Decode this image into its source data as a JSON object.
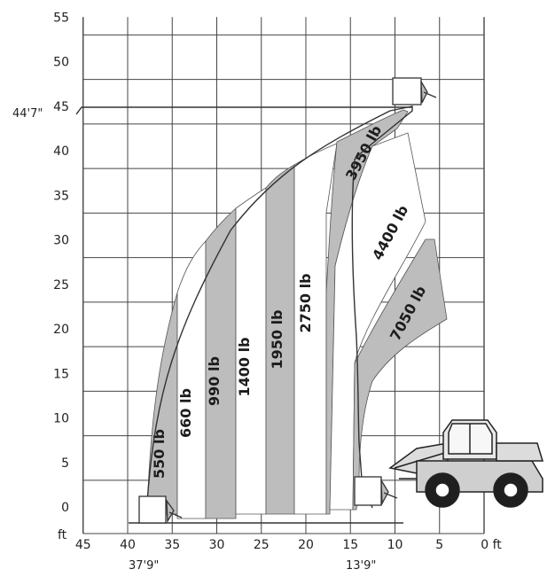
{
  "chart_data": {
    "type": "load-chart",
    "x_unit": "ft",
    "y_unit": "ft",
    "x_ticks": [
      "45",
      "40",
      "35",
      "30",
      "25",
      "20",
      "15",
      "10",
      "5",
      "0 ft"
    ],
    "y_ticks": [
      "55",
      "50",
      "45",
      "40",
      "35",
      "30",
      "25",
      "20",
      "15",
      "10",
      "5",
      "0"
    ],
    "y_unit_label": "ft",
    "max_height_label": "44'7\"",
    "max_height_ft": 44.6,
    "max_reach_label": "37'9\"",
    "max_reach_ft": 37.75,
    "reach_at_max_lift_label": "13'9\"",
    "reach_at_max_lift_ft": 13.75,
    "zones": [
      {
        "label": "550 lb",
        "value": 550,
        "shade": "#bdbdbd"
      },
      {
        "label": "660 lb",
        "value": 660,
        "shade": "#ffffff"
      },
      {
        "label": "990 lb",
        "value": 990,
        "shade": "#bdbdbd"
      },
      {
        "label": "1400 lb",
        "value": 1400,
        "shade": "#ffffff"
      },
      {
        "label": "1950 lb",
        "value": 1950,
        "shade": "#bdbdbd"
      },
      {
        "label": "2750 lb",
        "value": 2750,
        "shade": "#ffffff"
      },
      {
        "label": "3950 lb",
        "value": 3950,
        "shade": "#bdbdbd"
      },
      {
        "label": "4400 lb",
        "value": 4400,
        "shade": "#ffffff"
      },
      {
        "label": "7050 lb",
        "value": 7050,
        "shade": "#bdbdbd"
      }
    ]
  }
}
